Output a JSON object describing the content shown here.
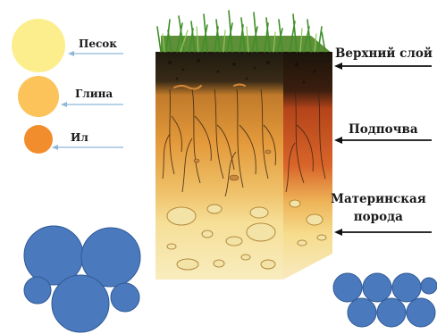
{
  "particles": [
    {
      "label": "Песок",
      "color": "#fcee8c"
    },
    {
      "label": "Глина",
      "color": "#fbc35a"
    },
    {
      "label": "Ил",
      "color": "#f28d2e"
    }
  ],
  "layers": {
    "top": "Верхний слой",
    "subsoil": "Подпочва",
    "parent_line1": "Материнская",
    "parent_line2": "порода"
  },
  "colors": {
    "particle_arrow": "#8fb7d8",
    "circle_fill": "#4b79bd",
    "circle_stroke": "#2f5a95",
    "layer_arrow": "#111111"
  }
}
